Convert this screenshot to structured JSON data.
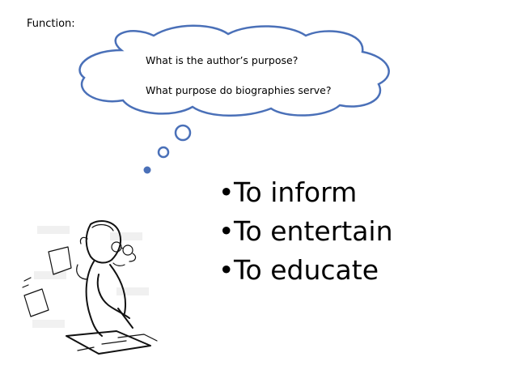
{
  "heading": "Function:",
  "thought_cloud": {
    "question_1": "What is the author’s purpose?",
    "question_2": "What purpose do biographies serve?"
  },
  "bullets": [
    "To inform",
    "To entertain",
    "To educate"
  ],
  "colors": {
    "cloud_outline": "#4a70b8",
    "text": "#000000",
    "background": "#ffffff"
  },
  "illustration": {
    "icon": "writer-at-desk-cartoon-icon"
  }
}
